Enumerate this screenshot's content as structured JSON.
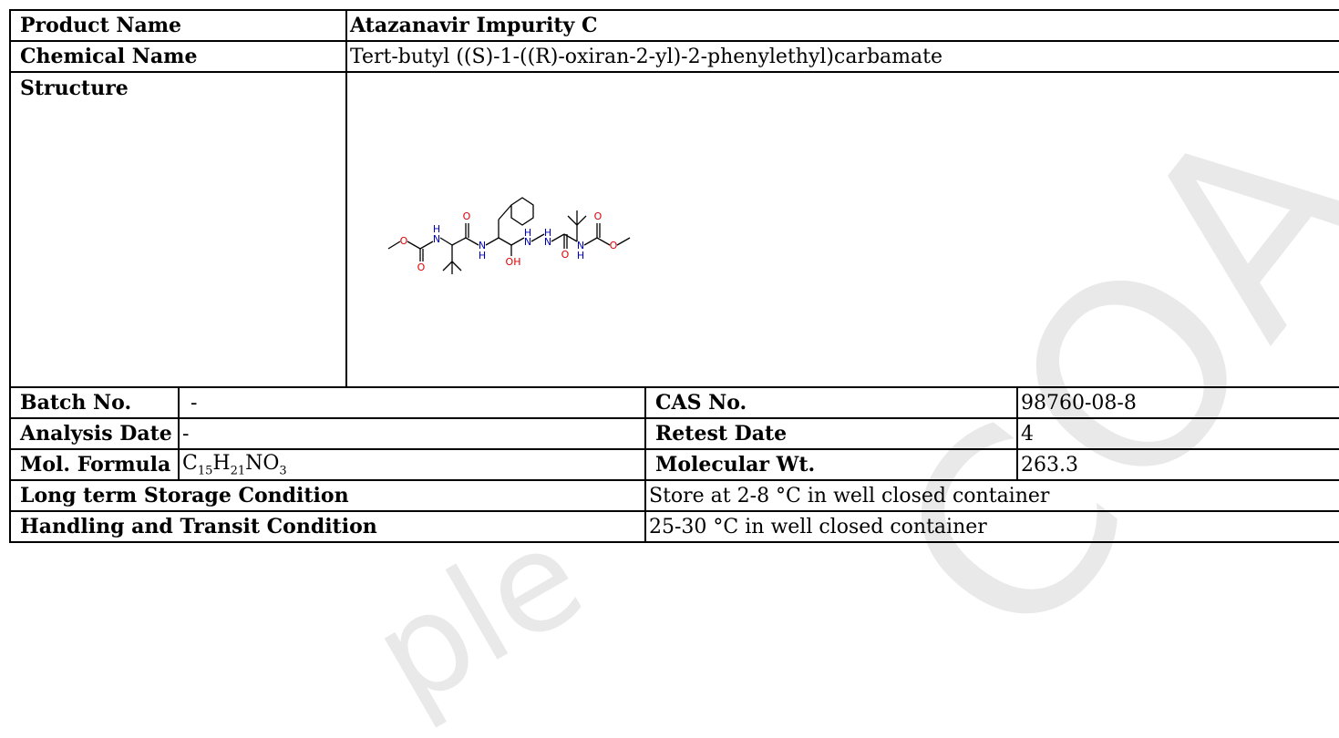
{
  "watermark": {
    "big": "COA",
    "small": "ple"
  },
  "product": {
    "product_name_label": "Product Name",
    "product_name_value": "Atazanavir Impurity C",
    "chemical_name_label": "Chemical Name",
    "chemical_name_value": "Tert-butyl ((S)-1-((R)-oxiran-2-yl)-2-phenylethyl)carbamate",
    "structure_label": "Structure"
  },
  "details": {
    "batch_label": "Batch No.",
    "batch_value": "-",
    "cas_label": "CAS No.",
    "cas_value": "98760-08-8",
    "analysis_label": "Analysis Date",
    "analysis_value": "-",
    "retest_label": "Retest Date",
    "retest_value": "4",
    "formula_label": "Mol. Formula",
    "formula_c": "C",
    "formula_c_n": "15",
    "formula_h": "H",
    "formula_h_n": "21",
    "formula_no": "NO",
    "formula_o_n": "3",
    "mw_label": "Molecular Wt.",
    "mw_value": "263.3",
    "long_storage_label": "Long term Storage Condition",
    "long_storage_value": "Store at 2-8 °C in well closed container",
    "handling_label": "Handling and Transit Condition",
    "handling_value": "25-30 °C in well closed container"
  },
  "structure_atoms": {
    "o1": "O",
    "o2": "O",
    "o3": "O",
    "o4": "O",
    "o5": "O",
    "o6": "O",
    "n1": "N",
    "h1": "H",
    "n2": "N",
    "h2": "H",
    "oh": "OH",
    "n3": "N",
    "h3": "H",
    "n4": "N",
    "h4": "H",
    "n5": "N",
    "h5": "H"
  }
}
